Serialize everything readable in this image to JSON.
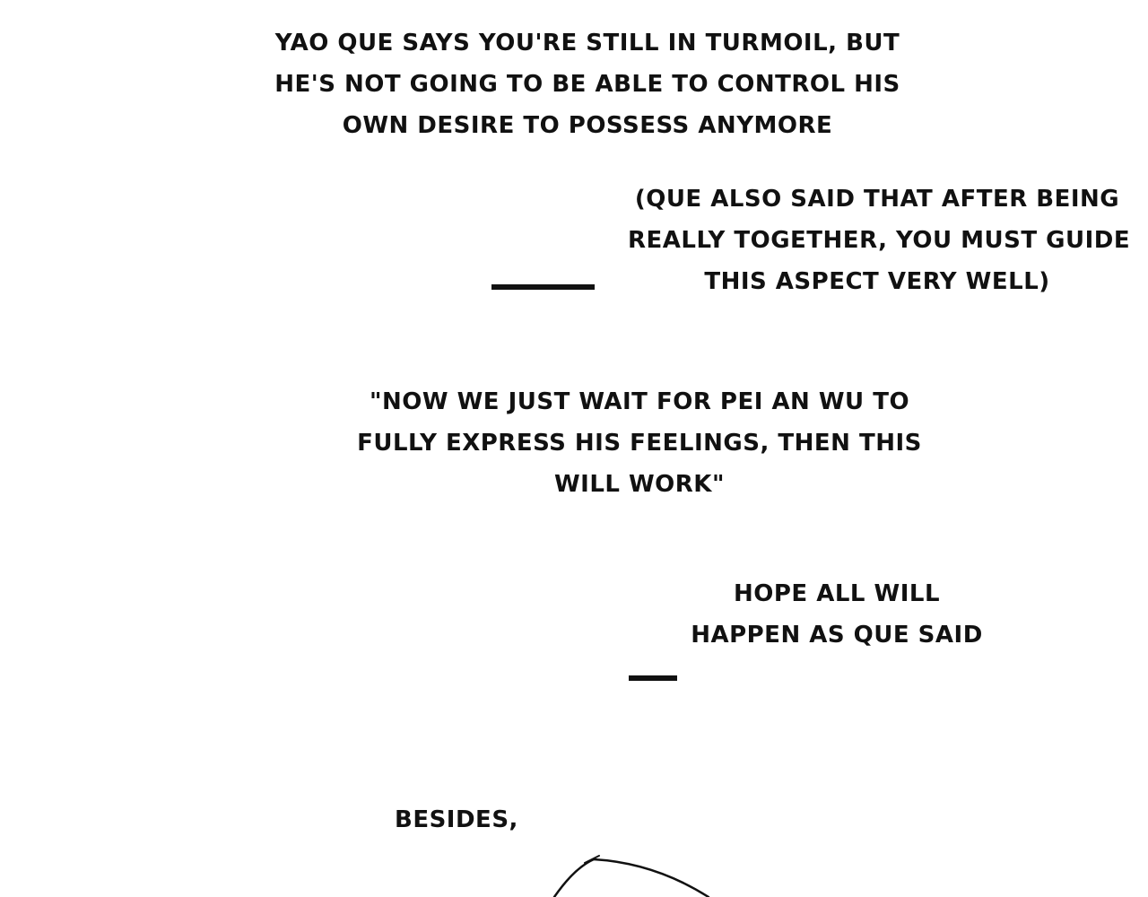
{
  "panel": {
    "captions": [
      {
        "lines": [
          "YAO QUE SAYS YOU'RE STILL IN TURMOIL, BUT",
          "HE'S NOT GOING TO BE ABLE TO CONTROL HIS",
          "OWN DESIRE TO POSSESS ANYMORE"
        ]
      },
      {
        "lines": [
          "(QUE ALSO SAID THAT AFTER BEING",
          "REALLY TOGETHER, YOU MUST GUIDE",
          "THIS ASPECT VERY WELL)"
        ]
      },
      {
        "lines": [
          "\"NOW WE JUST WAIT FOR PEI AN WU TO",
          "FULLY EXPRESS HIS FEELINGS, THEN THIS",
          "WILL WORK\""
        ]
      },
      {
        "lines": [
          "HOPE ALL WILL",
          "HAPPEN AS QUE SAID"
        ]
      },
      {
        "lines": [
          "BESIDES,"
        ]
      }
    ]
  },
  "colors": {
    "background": "#ffffff",
    "ink": "#111111"
  }
}
